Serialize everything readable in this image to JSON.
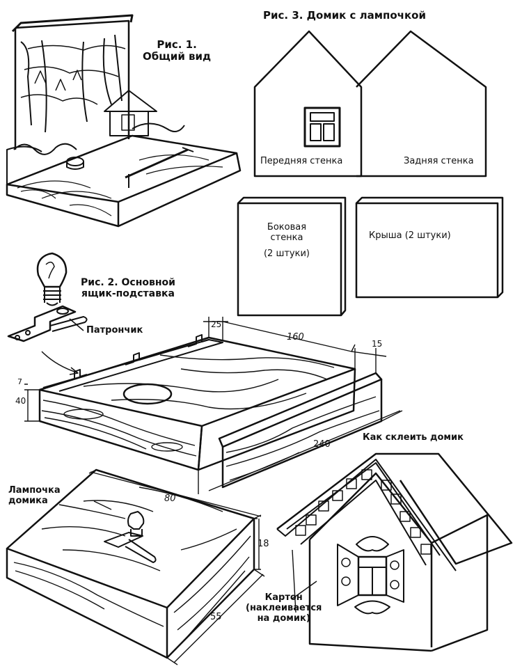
{
  "fig1": {
    "title": "Рис.  1.",
    "subtitle": "Общий вид"
  },
  "fig2": {
    "title_line1": "Рис. 2. Основной",
    "title_line2": "ящик-подставка",
    "socket_label": "Патрончик"
  },
  "fig3": {
    "title": "Рис. 3. Домик с лампочкой",
    "front_wall": "Передняя  стенка",
    "back_wall": "Задняя  стенка",
    "side_wall_line1": "Боковая",
    "side_wall_line2": "стенка",
    "side_wall_line3": "(2  штуки)",
    "roof": "Крыша   (2  штуки)"
  },
  "dims_main": {
    "d25": "25",
    "d160": "160",
    "d15": "15",
    "d40": "40",
    "d7": "7",
    "d240": "240"
  },
  "lamp": {
    "label_line1": "Лампочка",
    "label_line2": "домика"
  },
  "dims_small": {
    "d80": "80",
    "d18": "18",
    "d55": "55"
  },
  "assembly": {
    "title": "Как склеить домик",
    "carton_line1": "Картон",
    "carton_line2": "(наклеивается",
    "carton_line3": "на домик)"
  }
}
